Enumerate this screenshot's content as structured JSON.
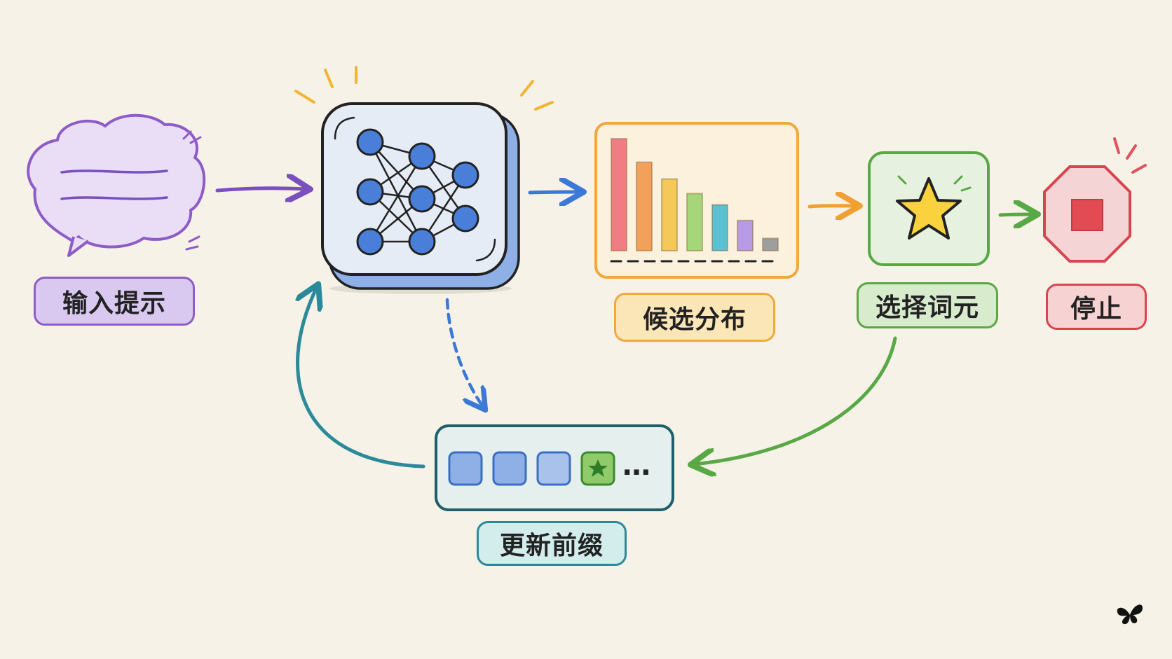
{
  "labels": {
    "input": "输入提示",
    "distribution": "候选分布",
    "select": "选择词元",
    "stop": "停止",
    "update": "更新前缀"
  },
  "prefix_ellipsis": "…",
  "icons": {
    "input": "speech-cloud-icon",
    "model": "neural-network-icon",
    "distribution": "bar-chart-icon",
    "select": "star-icon",
    "stop": "stop-octagon-icon",
    "logo": "butterfly-icon"
  },
  "colors": {
    "background": "#f6f2e7",
    "input": "#8e5cc8",
    "model": "#4a7fd9",
    "distribution": "#f0a93a",
    "select": "#58a846",
    "stop": "#d84450",
    "update": "#2b8a9a"
  },
  "chart_data": {
    "type": "bar",
    "categories": [
      "",
      "",
      "",
      "",
      "",
      "",
      ""
    ],
    "values": [
      100,
      79,
      64,
      51,
      41,
      27,
      11
    ],
    "bar_colors": [
      "#f07c84",
      "#f2a05a",
      "#f5c85a",
      "#a5d77a",
      "#5cc0d0",
      "#b79be4",
      "#9e9e9e"
    ],
    "title": "",
    "xlabel": "",
    "ylabel": ""
  }
}
